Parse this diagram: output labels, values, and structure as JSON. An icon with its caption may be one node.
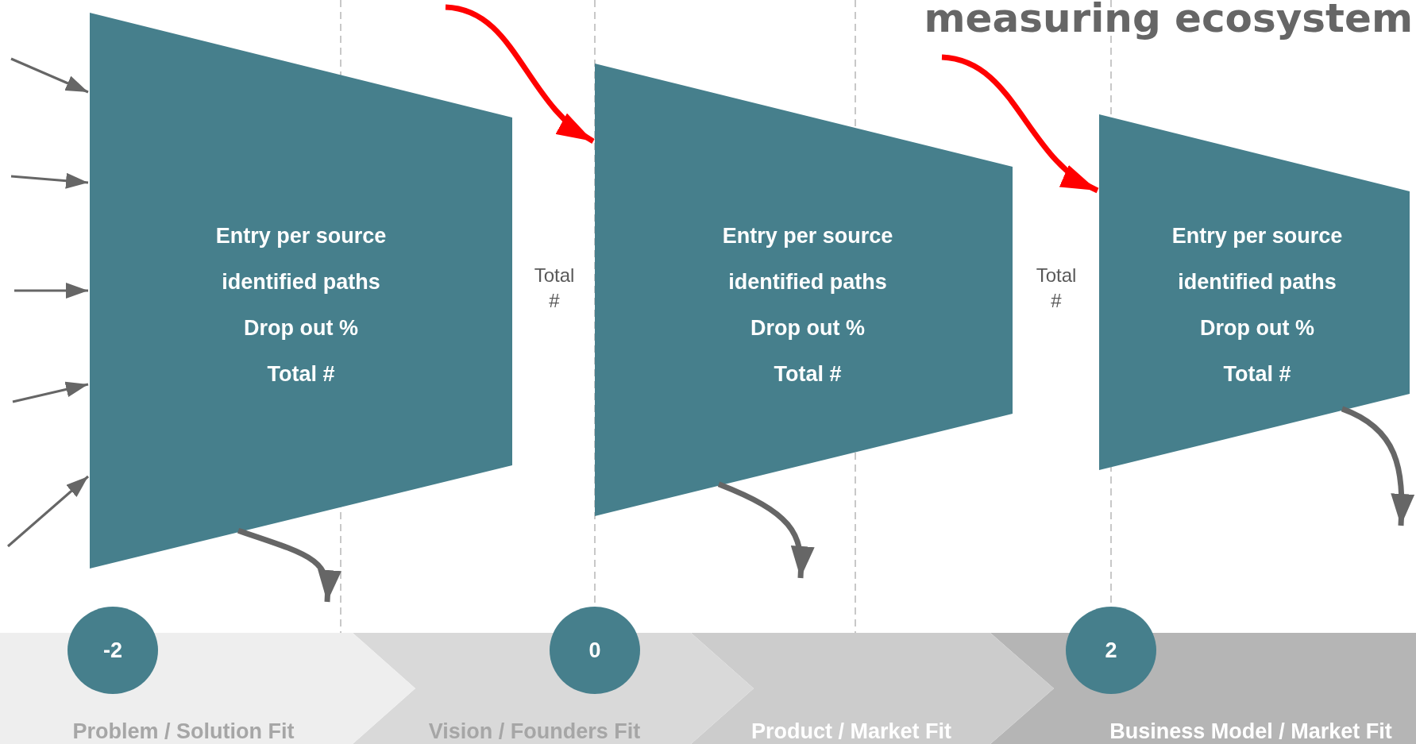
{
  "diagram": {
    "title": "measuring ecosystem",
    "nodes": [
      {
        "text": [
          "Entry per source",
          "identified paths",
          "Drop out %",
          "Total #"
        ]
      },
      {
        "text": [
          "Entry per source",
          "identified paths",
          "Drop out %",
          "Total #"
        ]
      },
      {
        "text": [
          "Entry per source",
          "identified paths",
          "Drop out %",
          "Total #"
        ]
      },
      {
        "text": [
          "Problem / Solution Fit"
        ]
      },
      {
        "text": [
          "Vision / Founders Fit"
        ]
      },
      {
        "text": [
          "Product / Market Fit"
        ]
      },
      {
        "text": [
          "Business Model / Market Fit"
        ]
      },
      {
        "text": [
          "-2"
        ]
      },
      {
        "text": [
          "0"
        ]
      },
      {
        "text": [
          "2"
        ]
      }
    ],
    "edges": [
      {
        "from": null,
        "to": 0,
        "arrow": "to"
      },
      {
        "from": null,
        "to": 0,
        "arrow": "to"
      },
      {
        "from": null,
        "to": 0,
        "arrow": "to"
      },
      {
        "from": null,
        "to": 0,
        "arrow": "to"
      },
      {
        "from": null,
        "to": 0,
        "arrow": "to"
      },
      {
        "from": 0,
        "to": 1,
        "arrow": "to",
        "style": "thick",
        "color": "#ff0000"
      },
      {
        "from": 1,
        "to": 2,
        "arrow": "to",
        "style": "thick",
        "color": "#ff0000"
      },
      {
        "from": 0,
        "to": null,
        "arrow": "to",
        "style": "thick"
      },
      {
        "from": 1,
        "to": null,
        "arrow": "to",
        "style": "thick"
      },
      {
        "from": 2,
        "to": null,
        "arrow": "to",
        "style": "thick"
      }
    ],
    "labels": [
      "Total #",
      "Total #"
    ]
  }
}
